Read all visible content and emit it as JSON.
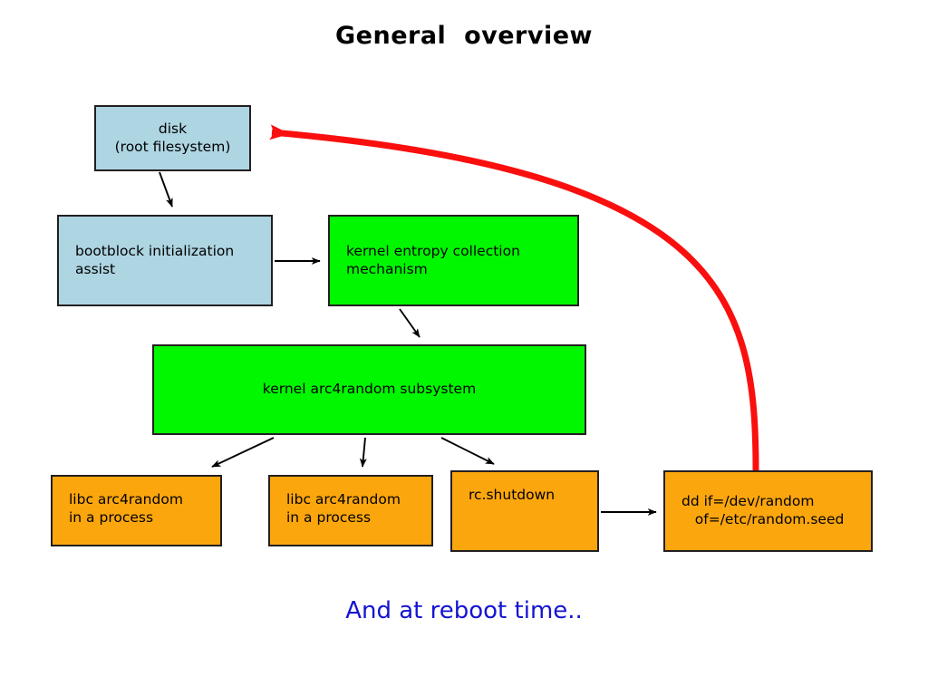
{
  "slide": {
    "title": "General  overview",
    "footer": "And at reboot time..",
    "title_color": "#000000",
    "footer_color": "#1414d2",
    "background": "#ffffff"
  },
  "palette": {
    "blue_fill": "#aed5e2",
    "green_fill": "#00f700",
    "orange_fill": "#fca60e",
    "box_border": "#231f20",
    "arrow_black": "#000000",
    "arrow_red": "#fa0f0f"
  },
  "nodes": [
    {
      "id": "disk",
      "label": "disk\n(root filesystem)",
      "fill": "blue",
      "align": "center"
    },
    {
      "id": "bootblock",
      "label": "bootblock initialization\nassist",
      "fill": "blue",
      "align": "left-mid"
    },
    {
      "id": "entropy",
      "label": "kernel entropy collection\nmechanism",
      "fill": "green",
      "align": "left-mid"
    },
    {
      "id": "arc4random",
      "label": "kernel arc4random subsystem",
      "fill": "green",
      "align": "center"
    },
    {
      "id": "libc-process-1",
      "label": "libc arc4random\nin a process",
      "fill": "orange",
      "align": "left-top"
    },
    {
      "id": "libc-process-2",
      "label": "libc arc4random\nin a process",
      "fill": "orange",
      "align": "left-top"
    },
    {
      "id": "rc-shutdown",
      "label": "rc.shutdown",
      "fill": "orange",
      "align": "left-top"
    },
    {
      "id": "dd-seed",
      "label": "dd if=/dev/random\n   of=/etc/random.seed",
      "fill": "orange",
      "align": "left-mid"
    }
  ],
  "edges": [
    {
      "id": "disk-to-bootblock",
      "from": "disk",
      "to": "bootblock",
      "color": "black",
      "style": "straight"
    },
    {
      "id": "bootblock-to-entropy",
      "from": "bootblock",
      "to": "entropy",
      "color": "black",
      "style": "straight"
    },
    {
      "id": "entropy-to-arc4random",
      "from": "entropy",
      "to": "arc4random",
      "color": "black",
      "style": "straight"
    },
    {
      "id": "arc4random-to-libc-1",
      "from": "arc4random",
      "to": "libc-process-1",
      "color": "black",
      "style": "straight"
    },
    {
      "id": "arc4random-to-libc-2",
      "from": "arc4random",
      "to": "libc-process-2",
      "color": "black",
      "style": "straight"
    },
    {
      "id": "arc4random-to-rc",
      "from": "arc4random",
      "to": "rc-shutdown",
      "color": "black",
      "style": "straight"
    },
    {
      "id": "rc-to-dd",
      "from": "rc-shutdown",
      "to": "dd-seed",
      "color": "black",
      "style": "straight"
    },
    {
      "id": "dd-to-disk-reboot",
      "from": "dd-seed",
      "to": "disk",
      "color": "red",
      "style": "curved"
    }
  ]
}
